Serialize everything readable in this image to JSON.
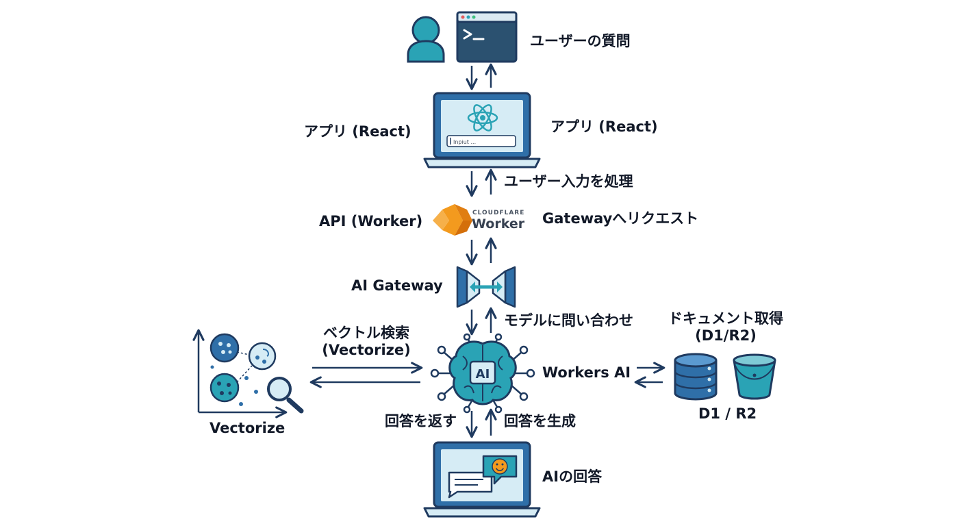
{
  "colors": {
    "navy": "#1f3a5f",
    "teal": "#2aa3b5",
    "light_blue": "#d6ecf5",
    "mid_blue": "#2f6fa8",
    "orange": "#f39a1e",
    "text": "#111827"
  },
  "labels": {
    "user_question": "ユーザーの質問",
    "app_left": "アプリ (React)",
    "app_right": "アプリ (React)",
    "process_input": "ユーザー入力を処理",
    "api_worker": "API (Worker)",
    "gateway_request": "Gatewayへリクエスト",
    "ai_gateway": "AI Gateway",
    "query_model": "モデルに問い合わせ",
    "vector_search_line1": "ベクトル検索",
    "vector_search_line2": "(Vectorize)",
    "doc_fetch_line1": "ドキュメント取得",
    "doc_fetch_line2": "(D1/R2)",
    "workers_ai": "Workers AI",
    "vectorize": "Vectorize",
    "d1_r2": "D1 / R2",
    "return_answer": "回答を返す",
    "generate_answer": "回答を生成",
    "ai_answer": "AIの回答"
  },
  "app_screen": {
    "input_placeholder": "Inpiut ..."
  },
  "worker_logo": {
    "brand_small": "CLOUDFLARE",
    "brand_large": "Worker"
  },
  "ai_chip_text": "AI",
  "icons": {
    "user": "user-icon",
    "terminal": "terminal-icon",
    "react": "react-logo-icon",
    "cloudflare": "cloudflare-logo-icon",
    "gateway": "gateway-icon",
    "brain": "ai-brain-icon",
    "vector_chart": "vector-scatter-icon",
    "magnifier": "magnifier-icon",
    "database": "database-icon",
    "bucket": "bucket-icon",
    "chat": "chat-bubble-icon",
    "smiley": "smiley-icon"
  }
}
